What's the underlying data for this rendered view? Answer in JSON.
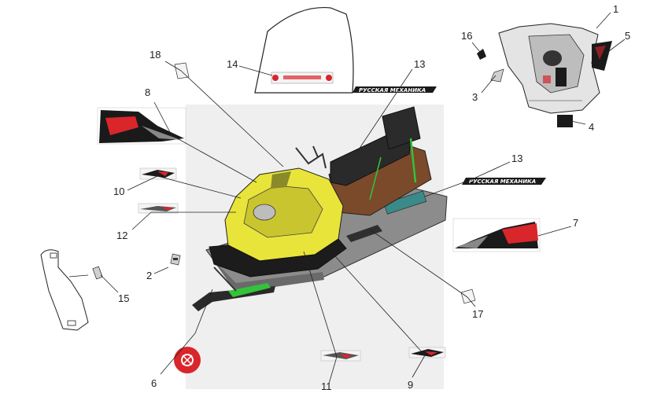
{
  "callouts": [
    "1",
    "2",
    "3",
    "4",
    "5",
    "6",
    "7",
    "8",
    "9",
    "10",
    "11",
    "12",
    "13",
    "13",
    "14",
    "15",
    "16",
    "17",
    "18"
  ],
  "banner_text": "РУССКАЯ МЕХАНИКА",
  "colors": {
    "hood_yellow": "#e8e43a",
    "hood_dark": "#8a8a2a",
    "decal_red": "#d8262b",
    "decal_black": "#1a1a1a",
    "track_teal": "#3a8a8a",
    "seat_brown": "#7a4a2a"
  }
}
